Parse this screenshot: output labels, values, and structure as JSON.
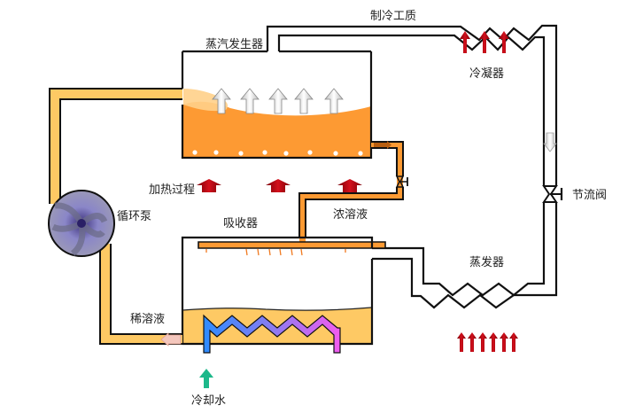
{
  "labels": {
    "refrigerant": "制冷工质",
    "generator": "蒸汽发生器",
    "condenser": "冷凝器",
    "throttle_valve": "节流阀",
    "heating_process": "加热过程",
    "pump": "循环泵",
    "absorber": "吸收器",
    "strong_solution": "浓溶液",
    "evaporator": "蒸发器",
    "weak_solution": "稀溶液",
    "cooling_water": "冷却水"
  },
  "colors": {
    "solution_hot": "#fd9a33",
    "solution_pipe": "#fec964",
    "heat_arrow": "#b00010",
    "cooling_water_arrow": "#1db88a",
    "coil_start": "#2d8cff",
    "coil_end": "#f25cf0"
  }
}
